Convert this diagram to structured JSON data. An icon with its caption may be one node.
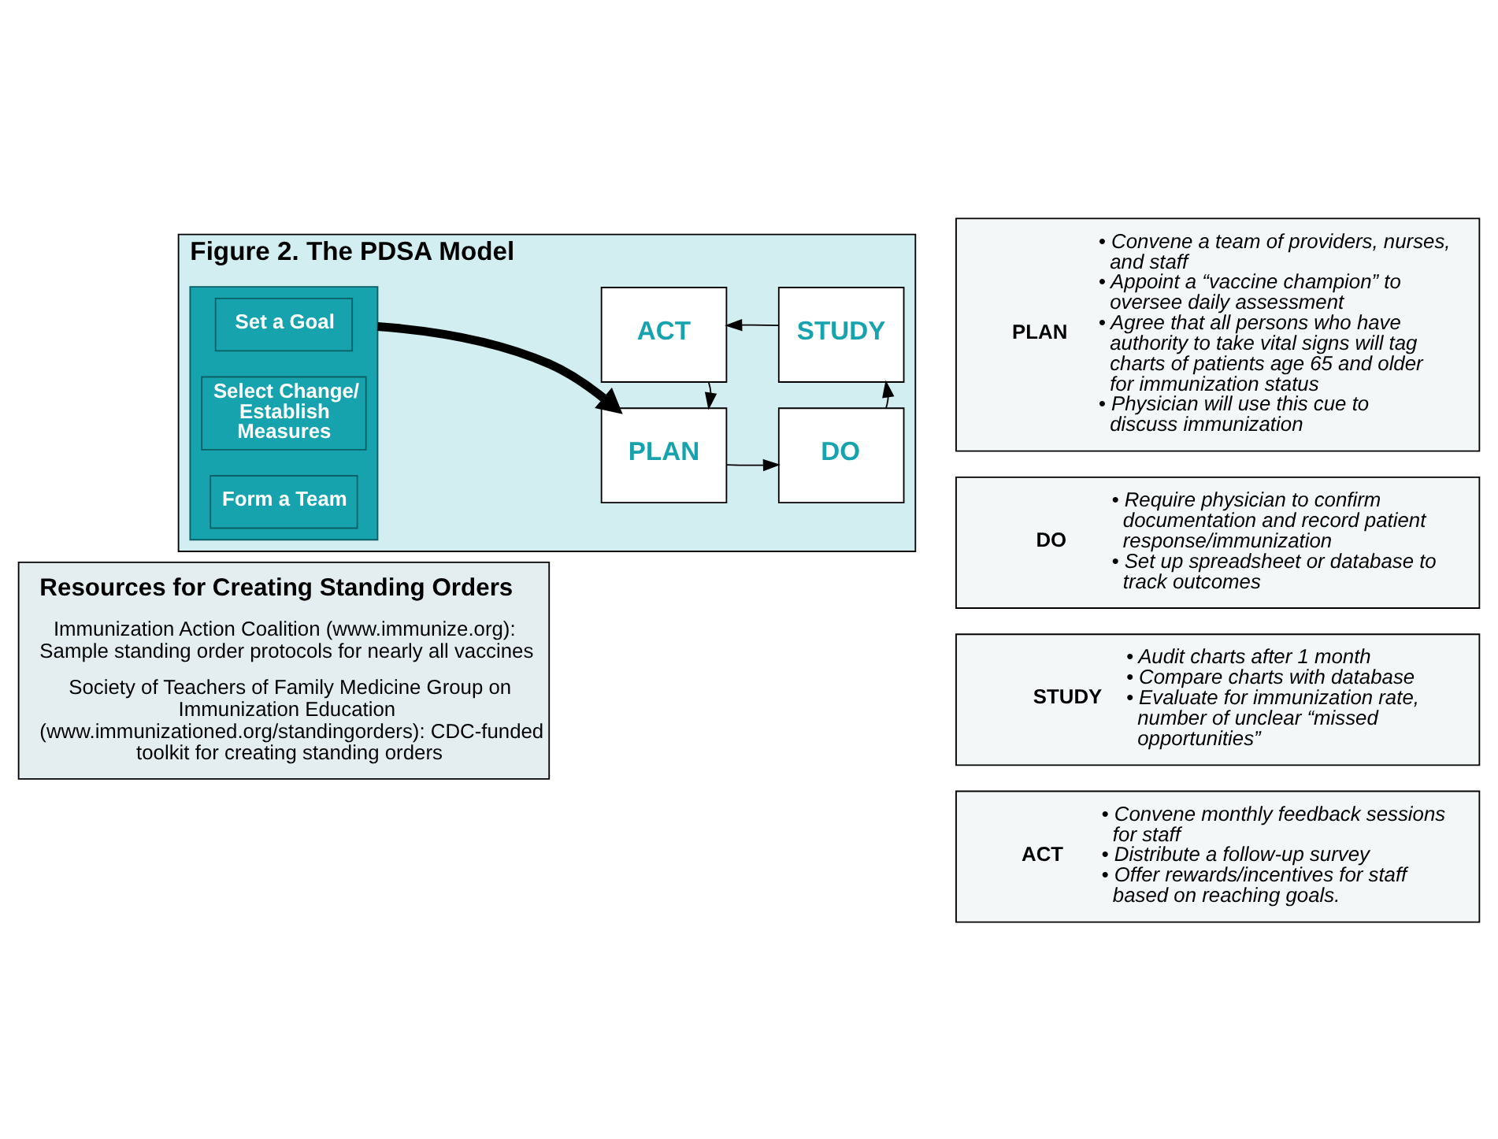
{
  "diagram": {
    "nodes": [
      {
        "text": [
          "Resources for Creating Standing Orders",
          "Immunization Action Coalition (www.immunize.org): Sample standing order protocols for nearly all vaccines",
          "Society of Teachers of Family Medicine Group on Immunization Education (www.immunizationed.org/standingorders): CDC-funded toolkit for creating standing orders"
        ]
      },
      {
        "text": [
          "Figure 2. The PDSA Model"
        ]
      },
      {
        "text": [],
        "shape": "box",
        "in": 1
      },
      {
        "text": [
          "Set a Goal"
        ],
        "in": 2
      },
      {
        "text": [
          "Select Change/ Establish Measures"
        ],
        "in": 2
      },
      {
        "text": [
          "Form a Team"
        ],
        "in": 2
      },
      {
        "text": [
          "PLAN"
        ],
        "in": 1
      },
      {
        "text": [
          "DO"
        ],
        "in": 1
      },
      {
        "text": [
          "STUDY"
        ],
        "in": 1
      },
      {
        "text": [
          "ACT"
        ],
        "in": 1
      },
      {
        "text": [
          "PLAN",
          "• Convene a team of providers, nurses, and staff",
          "• Appoint a “vaccine champion” to oversee daily assessment",
          "• Agree that all persons who have authority to take vital signs will tag charts of patients age 65 and older for immunization status",
          "• Physician will use this cue to discuss immunization"
        ]
      },
      {
        "text": [
          "DO",
          "• Require physician to confirm documentation and record patient response/immunization",
          "• Set up spreadsheet or database to track outcomes"
        ]
      },
      {
        "text": [
          "STUDY",
          "• Audit charts after 1 month",
          "• Compare charts with database",
          "• Evaluate for immunization rate, number of unclear “missed opportunities”"
        ]
      },
      {
        "text": [
          "ACT",
          "• Convene monthly feedback sessions for staff",
          "• Distribute a follow-up survey",
          "• Offer rewards/incentives for staff based on reaching goals."
        ]
      }
    ],
    "edges": [
      {
        "from": 2,
        "to": 6,
        "arrow": "to",
        "style": "thick"
      },
      {
        "from": 6,
        "to": 7,
        "arrow": "to"
      },
      {
        "from": 7,
        "to": 8,
        "arrow": "to"
      },
      {
        "from": 8,
        "to": 9,
        "arrow": "to"
      },
      {
        "from": 9,
        "to": 6,
        "arrow": "to"
      }
    ]
  }
}
